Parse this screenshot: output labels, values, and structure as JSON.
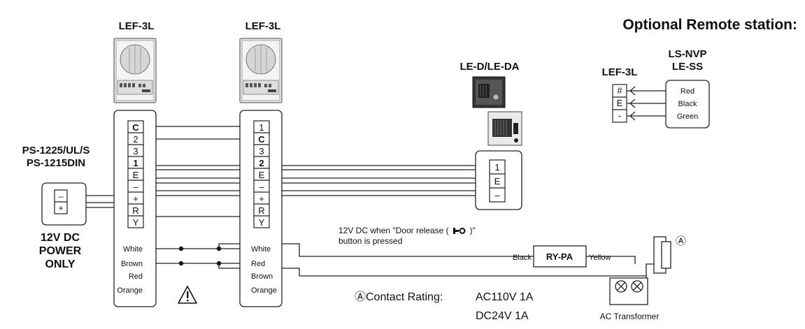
{
  "labels": {
    "station_1": "LEF-3L",
    "station_2": "LEF-3L",
    "door_station": "LE-D/LE-DA",
    "power_supply_line1": "PS-1225/UL/S",
    "power_supply_line2": "PS-1215DIN",
    "power_note_line1": "12V DC",
    "power_note_line2": "POWER",
    "power_note_line3": "ONLY",
    "optional_title": "Optional Remote station:",
    "remote_lef": "LEF-3L",
    "remote_ls_line1": "LS-NVP",
    "remote_ls_line2": "LE-SS",
    "door_release_line1": "12V DC when \"Door release (",
    "door_release_line2": ")\"",
    "door_release_line3": "button is pressed",
    "relay": "RY-PA",
    "wire_black": "Black",
    "wire_yellow": "Yellow",
    "strike_marker": "Ⓐ",
    "contact_rating_label": "ⒶContact Rating:",
    "contact_rating_1": "AC110V 1A",
    "contact_rating_2": "DC24V 1A",
    "transformer": "AC Transformer"
  },
  "station_1_terminals": [
    "C",
    "2",
    "3",
    "1",
    "E",
    "–",
    "+",
    "R",
    "Y"
  ],
  "station_1_leads": [
    "White",
    "Brown",
    "Red",
    "Orange"
  ],
  "station_2_terminals": [
    "1",
    "C",
    "3",
    "2",
    "E",
    "–",
    "+",
    "R",
    "Y"
  ],
  "station_2_leads": [
    "White",
    "Red",
    "Brown",
    "Orange"
  ],
  "door_terminals": [
    "1",
    "E",
    "–"
  ],
  "power_terminals": [
    "–",
    "+"
  ],
  "remote_terminals": [
    "#",
    "E",
    "-"
  ],
  "remote_wires": [
    "Red",
    "Black",
    "Green"
  ],
  "icons": [
    "intercom-unit-icon",
    "door-station-icon",
    "warning-icon",
    "lamp-icon",
    "door-strike-icon"
  ]
}
